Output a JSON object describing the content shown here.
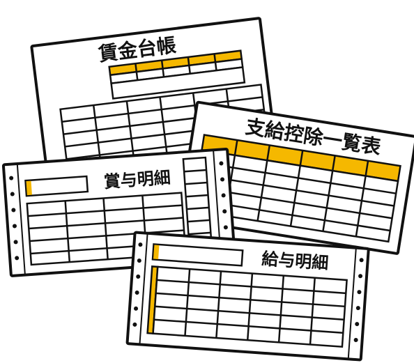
{
  "colors": {
    "accent_yellow": "#f5b800",
    "outline": "#111111",
    "paper": "#ffffff",
    "hole": "#111111"
  },
  "documents": {
    "wage_ledger": {
      "title": "賃金台帳"
    },
    "payment_deduction_list": {
      "title": "支給控除一覧表"
    },
    "bonus_statement": {
      "title": "賞与明細"
    },
    "payslip": {
      "title": "給与明細"
    }
  }
}
